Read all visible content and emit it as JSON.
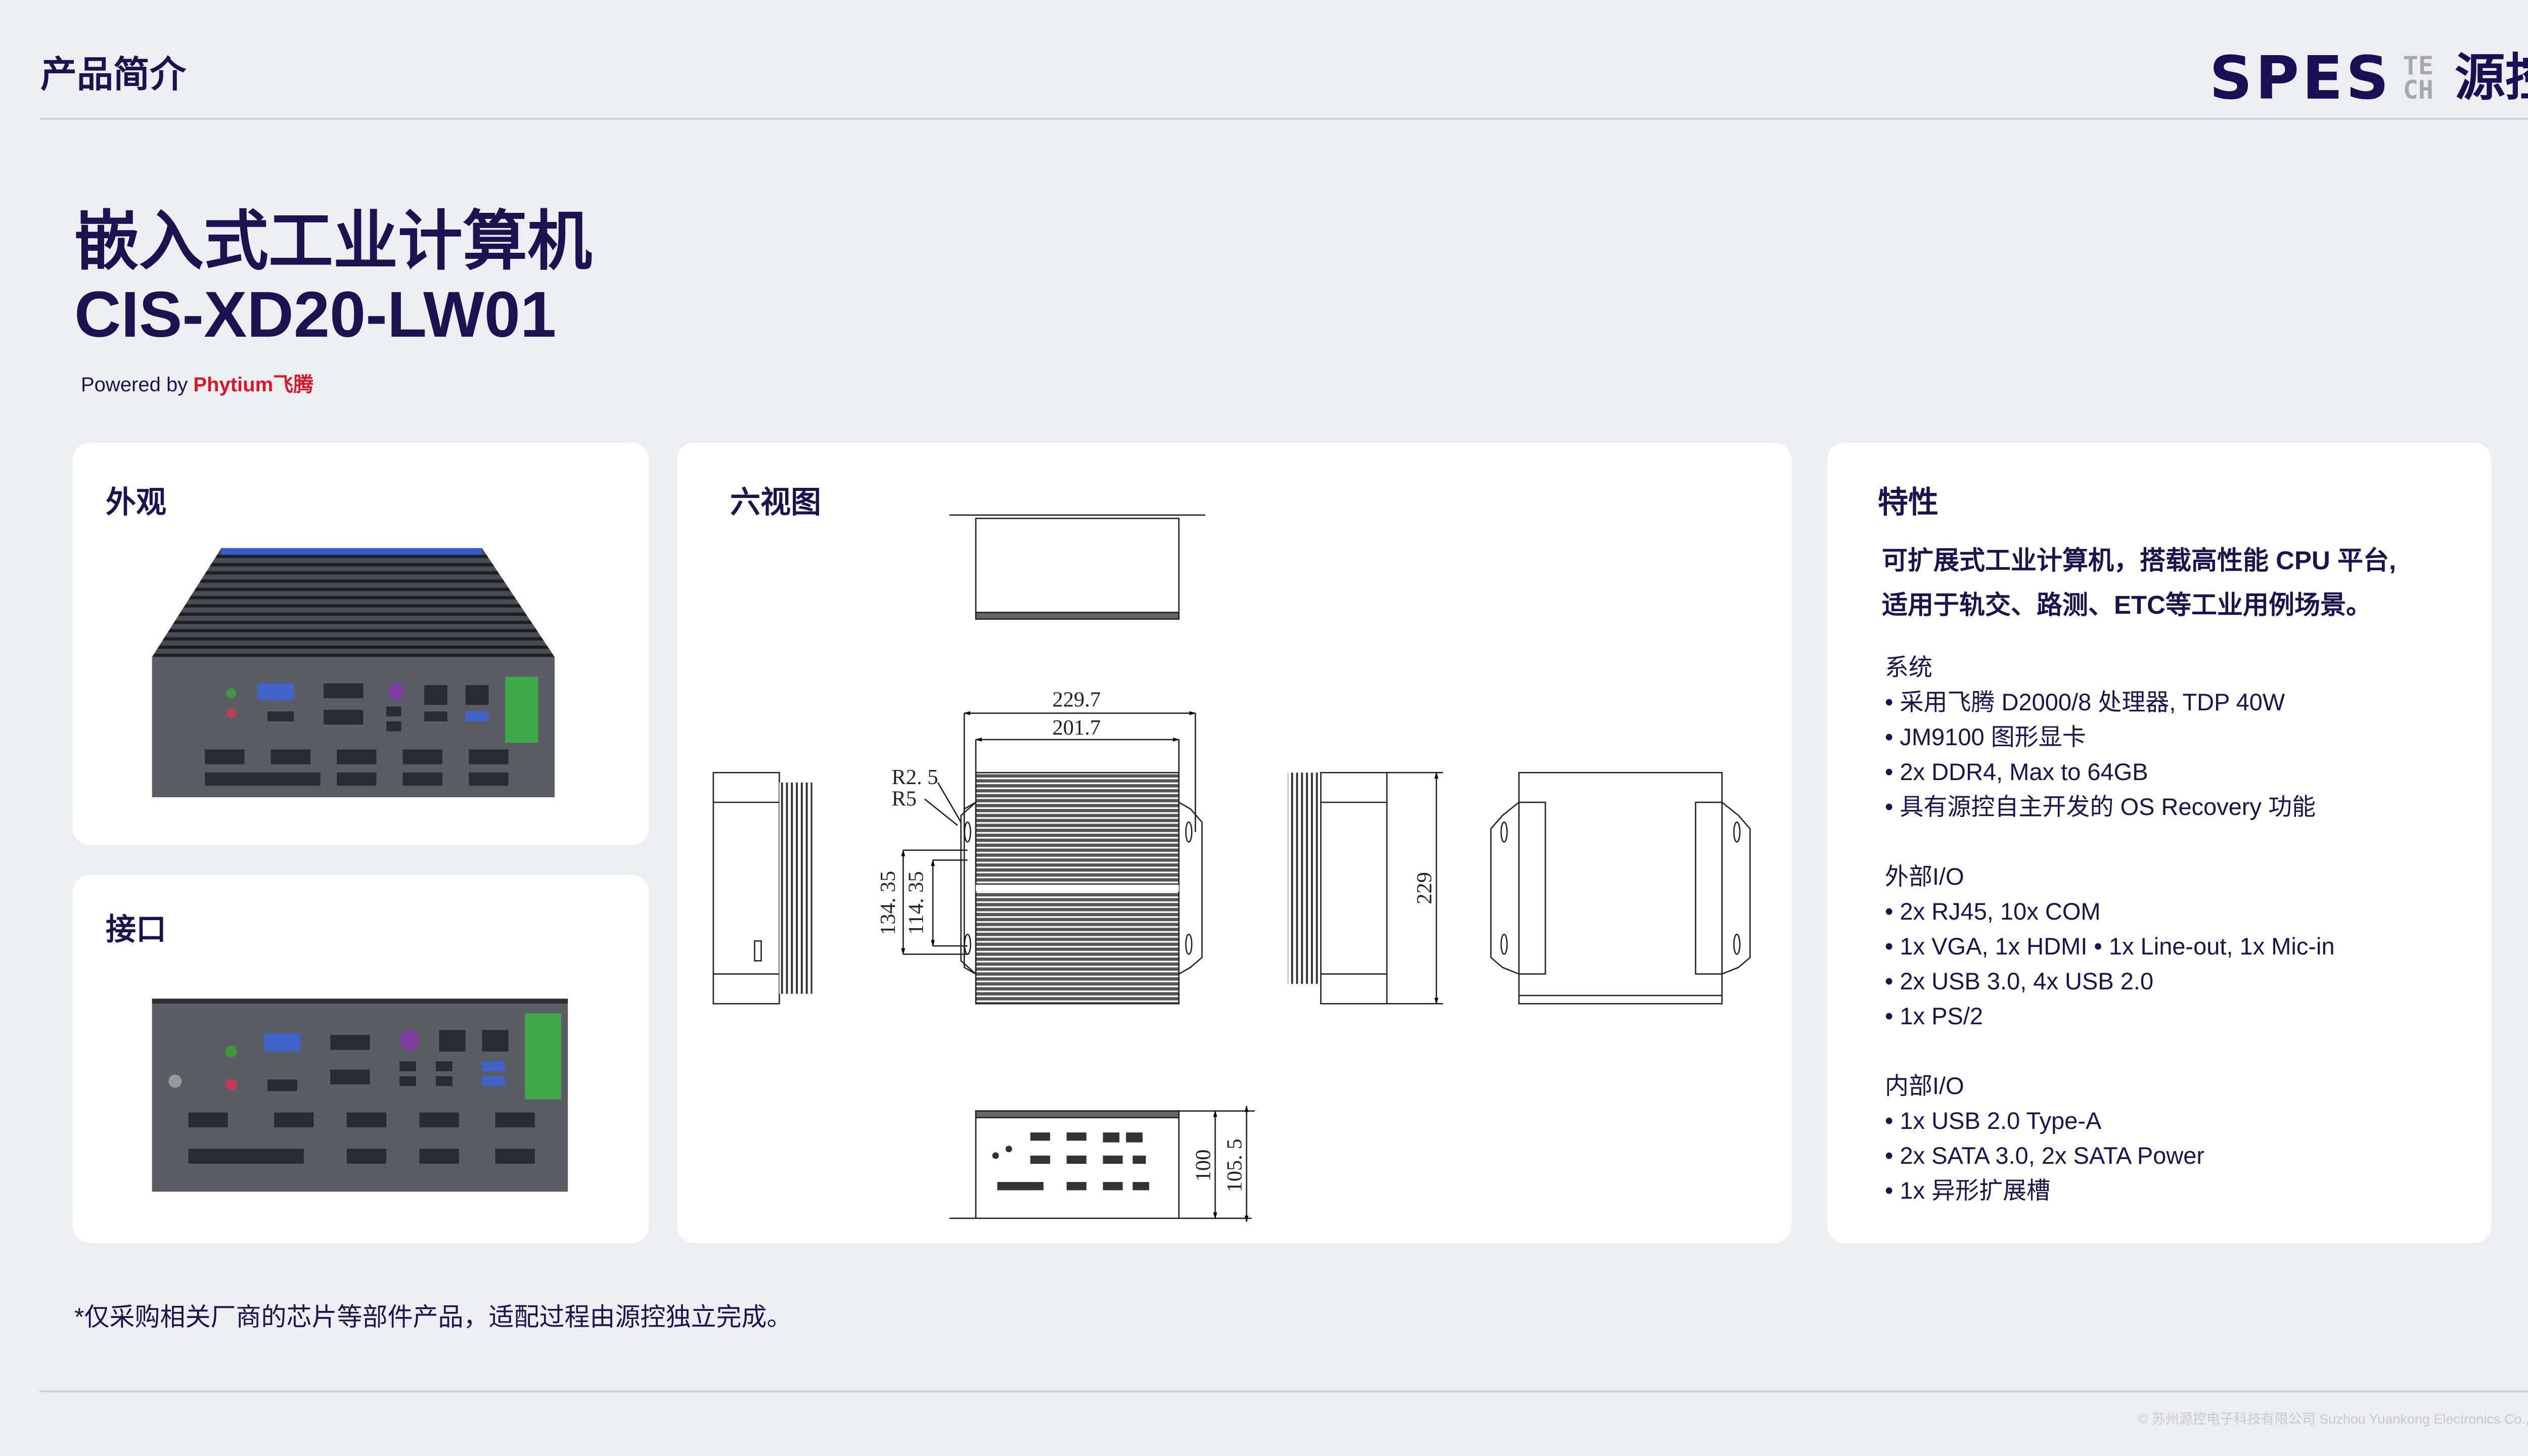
{
  "header": {
    "title": "产品简介"
  },
  "logo": {
    "wordmark": "SPES",
    "tech_top": "TE",
    "tech_bottom": "CH",
    "chinese": "源控"
  },
  "product": {
    "title_cn": "嵌入式工业计算机",
    "model": "CIS-XD20-LW01",
    "powered_by": "Powered by",
    "partner": "Phytium飞腾"
  },
  "cards": {
    "appearance": {
      "title": "外观"
    },
    "interfaces": {
      "title": "接口"
    },
    "six_views": {
      "title": "六视图",
      "dimensions": {
        "outer_width": "229.7",
        "inner_width": "201.7",
        "radius_small": "R2. 5",
        "radius_large": "R5",
        "hole_span_outer": "134. 35",
        "hole_span_inner": "114. 35",
        "depth": "229",
        "height": "100",
        "height_total": "105. 5"
      }
    },
    "features": {
      "title": "特性",
      "headline": [
        "可扩展式工业计算机，搭载高性能 CPU 平台,",
        "适用于轨交、路测、ETC等工业用例场景。"
      ],
      "sections": [
        {
          "title": "系统",
          "items": [
            "• 采用飞腾 D2000/8 处理器, TDP 40W",
            "• JM9100 图形显卡",
            "• 2x DDR4, Max to 64GB",
            "• 具有源控自主开发的 OS Recovery 功能"
          ]
        },
        {
          "title": "外部I/O",
          "items": [
            "• 2x RJ45, 10x COM",
            "• 1x VGA, 1x HDMI • 1x Line-out, 1x Mic-in",
            "• 2x USB 3.0, 4x USB 2.0",
            "• 1x PS/2"
          ]
        },
        {
          "title": "内部I/O",
          "items": [
            "• 1x USB 2.0 Type-A",
            "• 2x SATA 3.0, 2x SATA Power",
            "• 1x 异形扩展槽"
          ]
        }
      ]
    }
  },
  "footnote": "*仅采购相关厂商的芯片等部件产品，适配过程由源控独立完成。",
  "copyright": "© 苏州源控电子科技有限公司 Suzhou Yuankong Electronics Co., Ltd.",
  "colors": {
    "background": "#edeef2",
    "text": "#1c1250",
    "brand_red": "#d7182a",
    "logo_blue": "#4a3cf0"
  }
}
